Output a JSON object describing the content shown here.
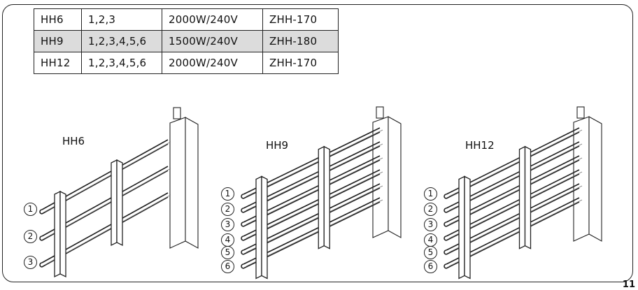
{
  "spec_table": {
    "rows": [
      {
        "model": "HH6",
        "positions": "1,2,3",
        "power": "2000W/240V",
        "heater": "ZHH-170",
        "shaded": false
      },
      {
        "model": "HH9",
        "positions": "1,2,3,4,5,6",
        "power": "1500W/240V",
        "heater": "ZHH-180",
        "shaded": true
      },
      {
        "model": "HH12",
        "positions": "1,2,3,4,5,6",
        "power": "2000W/240V",
        "heater": "ZHH-170",
        "shaded": false
      }
    ]
  },
  "drawings": [
    {
      "label": "HH6",
      "callouts": [
        "1",
        "2",
        "3"
      ]
    },
    {
      "label": "HH9",
      "callouts": [
        "1",
        "2",
        "3",
        "4",
        "5",
        "6"
      ]
    },
    {
      "label": "HH12",
      "callouts": [
        "1",
        "2",
        "3",
        "4",
        "5",
        "6"
      ]
    }
  ],
  "page_number": "11",
  "colors": {
    "border": "#222222",
    "shade": "#dcdcdc"
  }
}
